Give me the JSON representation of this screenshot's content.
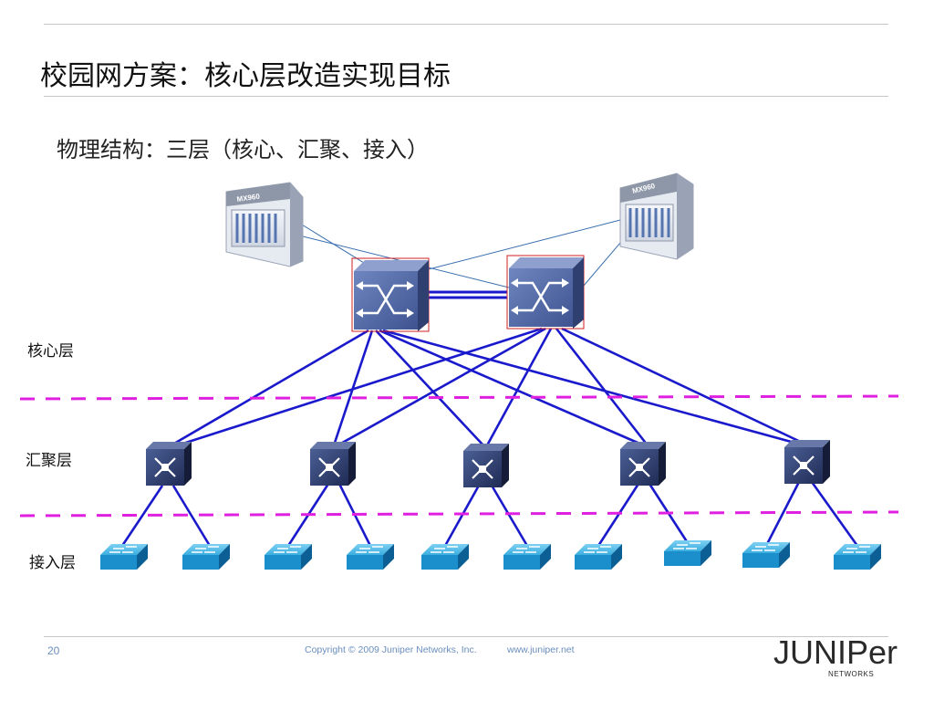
{
  "slide": {
    "title": "校园网方案：核心层改造实现目标",
    "subtitle": "物理结构：三层（核心、汇聚、接入）"
  },
  "layers": {
    "core": "核心层",
    "aggregation": "汇聚层",
    "access": "接入层"
  },
  "routers": [
    {
      "label": "MX960"
    },
    {
      "label": "MX960"
    }
  ],
  "footer": {
    "page_number": "20",
    "copyright": "Copyright © 2009 Juniper Networks, Inc.",
    "website": "www.juniper.net"
  },
  "logo": {
    "wordmark": "JUNIPer",
    "tagline": "NETWORKS"
  },
  "colors": {
    "link": "#1a1acc",
    "router_link": "#3a6fb0",
    "layer_divider": "#e020e0",
    "access_switch": "#1a9ad6",
    "core_switch": "#4a5f9a",
    "aggregation_switch": "#2b3a6a"
  },
  "icons": {
    "router": "router-chassis-icon",
    "core": "core-switch-icon",
    "aggregation": "aggregation-switch-icon",
    "access": "access-switch-icon"
  }
}
